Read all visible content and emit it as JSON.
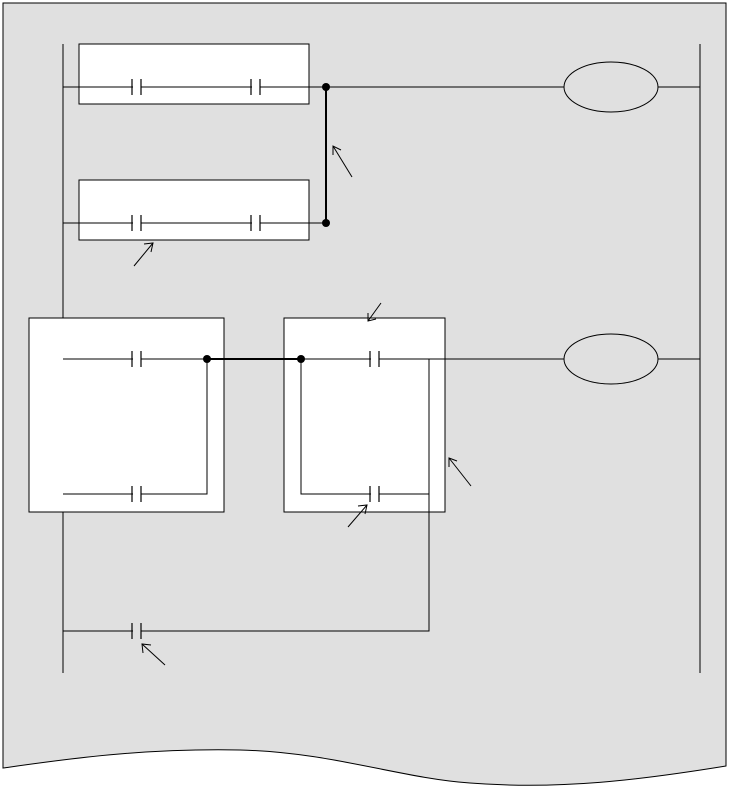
{
  "figure": {
    "background_color": "#e0e0e0",
    "line_color": "#000000",
    "highlight_box_color": "#ffffff"
  },
  "rungs": [
    {
      "id": "rung-1",
      "branches": [
        {
          "contacts": 2,
          "highlighted": true
        },
        {
          "contacts": 2,
          "highlighted": true
        }
      ],
      "junction": "vertical-bus",
      "output": "coil"
    },
    {
      "id": "rung-2",
      "groups": [
        {
          "parallel_contacts": 2,
          "highlighted": true
        },
        {
          "parallel_contacts": 2,
          "highlighted": true
        }
      ],
      "bypass_contacts": 1,
      "output": "coil"
    }
  ],
  "annotations": {
    "arrow_count": 6,
    "labels": []
  }
}
